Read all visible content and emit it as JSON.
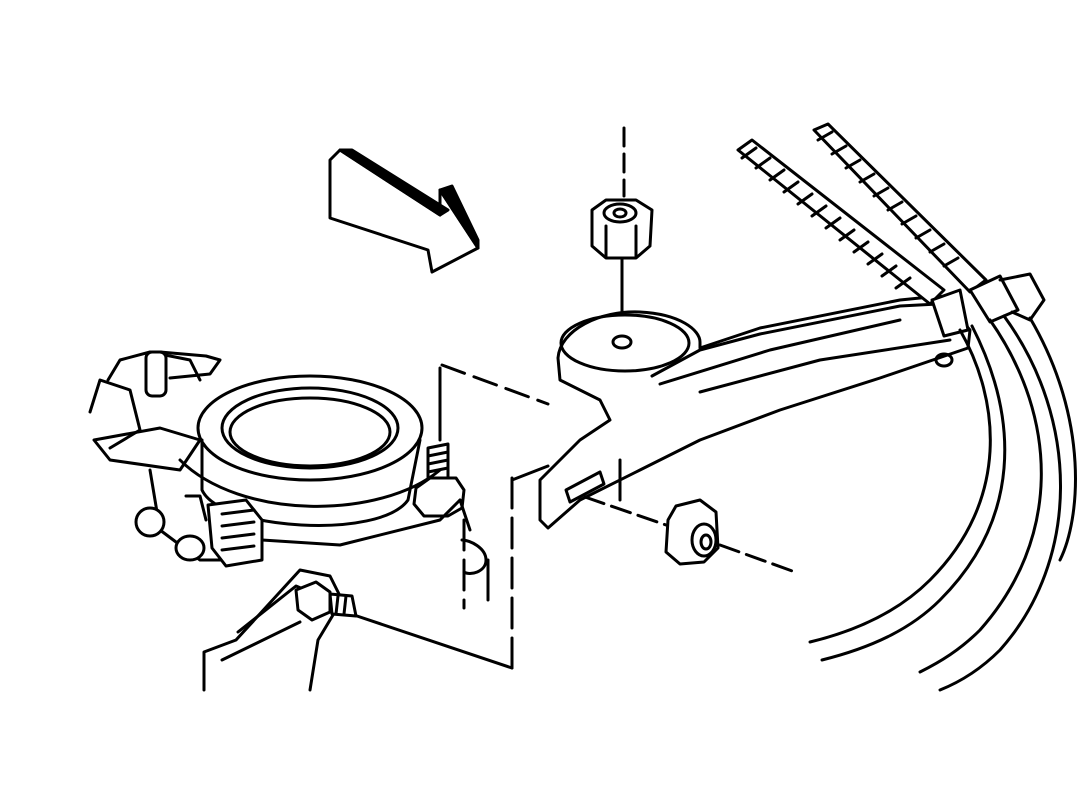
{
  "diagram": {
    "line_color": "#000000",
    "background": "#ffffff",
    "components": [
      {
        "name": "direction-arrow",
        "description_icon": "arrow-icon"
      },
      {
        "name": "hex-nut-top",
        "description_icon": "nut-icon"
      },
      {
        "name": "hex-nut-front",
        "description_icon": "nut-icon"
      },
      {
        "name": "stud-bolt",
        "description_icon": "bolt-icon"
      },
      {
        "name": "side-bolt",
        "description_icon": "bolt-icon"
      },
      {
        "name": "mounting-bracket",
        "description_icon": "bracket-icon"
      },
      {
        "name": "throttle-body",
        "description_icon": "throttle-body-icon"
      },
      {
        "name": "cable-bundle",
        "description_icon": "cable-icon"
      }
    ]
  }
}
